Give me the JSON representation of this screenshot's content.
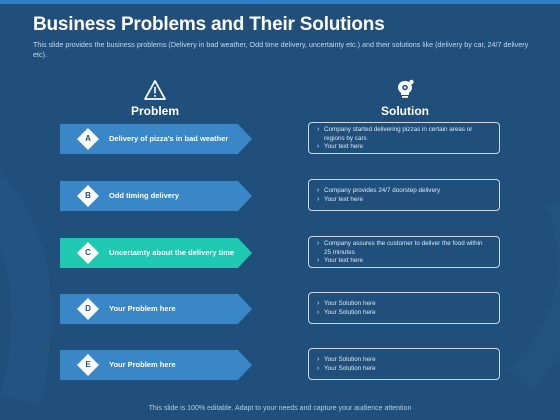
{
  "title": "Business Problems and Their Solutions",
  "subtitle": "This slide provides the business problems (Delivery in bad weather, Odd time delivery, uncertainty etc.) and their solutions like (delivery by car, 24/7 delivery etc).",
  "columns": {
    "problem": "Problem",
    "solution": "Solution"
  },
  "icons": {
    "problem": "warning-triangle-icon",
    "solution": "lightbulb-gear-icon"
  },
  "colors": {
    "background": "#1f4f7a",
    "arrow": "#3a87c8",
    "arrow_highlight": "#1fc8b0"
  },
  "rows": [
    {
      "letter": "A",
      "problem": "Delivery of pizza's in bad weather",
      "solutions": [
        "Company started delivering pizzas in certain areas or regions by cars",
        "Your text here"
      ]
    },
    {
      "letter": "B",
      "problem": "Odd timing delivery",
      "solutions": [
        "Company provides 24/7 doorstep delivery",
        "Your text here"
      ]
    },
    {
      "letter": "C",
      "problem": "Uncertainty about the delivery time",
      "solutions": [
        "Company assures the customer to deliver the food within 25 minutes",
        "Your text here"
      ]
    },
    {
      "letter": "D",
      "problem": "Your Problem here",
      "solutions": [
        "Your Solution here",
        "Your Solution here"
      ]
    },
    {
      "letter": "E",
      "problem": "Your Problem here",
      "solutions": [
        "Your Solution here",
        "Your Solution here"
      ]
    }
  ],
  "footer": "This slide is 100% editable. Adapt to your needs and capture your audience attention"
}
